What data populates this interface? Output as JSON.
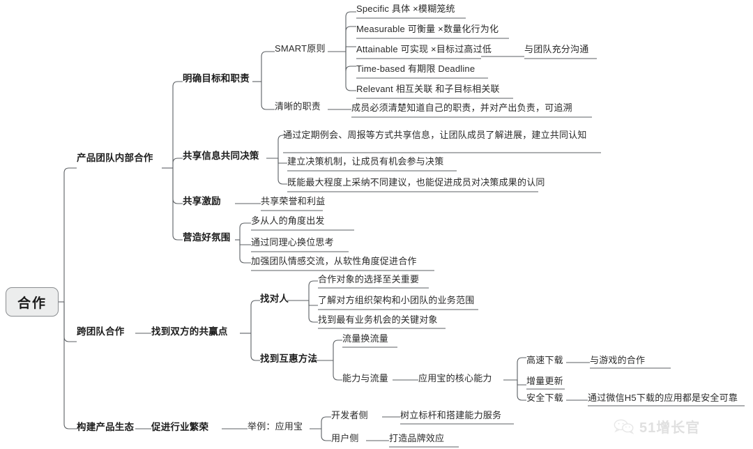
{
  "diagram": {
    "type": "mindmap",
    "title": "合作",
    "root": {
      "label": "合作"
    },
    "watermark": {
      "text": "51增长官",
      "icon": "wechat-icon"
    },
    "branches": [
      {
        "label": "产品团队内部合作",
        "children": [
          {
            "label": "明确目标和职责",
            "children": [
              {
                "label": "SMART原则",
                "children": [
                  {
                    "label": "Specific 具体 ×模糊笼统"
                  },
                  {
                    "label": "Measurable 可衡量 ×数量化行为化"
                  },
                  {
                    "label": "Attainable 可实现 ×目标过高过低",
                    "children": [
                      {
                        "label": "与团队充分沟通"
                      }
                    ]
                  },
                  {
                    "label": "Time-based 有期限 Deadline"
                  },
                  {
                    "label": "Relevant 相互关联 和子目标相关联"
                  }
                ]
              },
              {
                "label": "清晰的职责",
                "children": [
                  {
                    "label": "成员必须清楚知道自己的职责，并对产出负责，可追溯"
                  }
                ]
              }
            ]
          },
          {
            "label": "共享信息共同决策",
            "children": [
              {
                "label": "通过定期例会、周报等方式共享信息，让团队成员了解进展，建立共同认知"
              },
              {
                "label": "建立决策机制，让成员有机会参与决策"
              },
              {
                "label": "既能最大程度上采纳不同建议，也能促进成员对决策成果的认同"
              }
            ]
          },
          {
            "label": "共享激励",
            "children": [
              {
                "label": "共享荣誉和利益"
              }
            ]
          },
          {
            "label": "营造好氛围",
            "children": [
              {
                "label": "多从人的角度出发"
              },
              {
                "label": "通过同理心换位思考"
              },
              {
                "label": "加强团队情感交流，从软性角度促进合作"
              }
            ]
          }
        ]
      },
      {
        "label": "跨团队合作",
        "children": [
          {
            "label": "找到双方的共赢点",
            "children": [
              {
                "label": "找对人",
                "children": [
                  {
                    "label": "合作对象的选择至关重要"
                  },
                  {
                    "label": "了解对方组织架构和小团队的业务范围"
                  },
                  {
                    "label": "找到最有业务机会的关键对象"
                  }
                ]
              },
              {
                "label": "找到互惠方法",
                "children": [
                  {
                    "label": "流量换流量"
                  },
                  {
                    "label": "能力与流量",
                    "children": [
                      {
                        "label": "应用宝的核心能力",
                        "children": [
                          {
                            "label": "高速下载",
                            "children": [
                              {
                                "label": "与游戏的合作"
                              }
                            ]
                          },
                          {
                            "label": "增量更新"
                          },
                          {
                            "label": "安全下载",
                            "children": [
                              {
                                "label": "通过微信H5下载的应用都是安全可靠"
                              }
                            ]
                          }
                        ]
                      }
                    ]
                  }
                ]
              }
            ]
          }
        ]
      },
      {
        "label": "构建产品生态",
        "children": [
          {
            "label": "促进行业繁荣",
            "children": [
              {
                "label": "举例：应用宝",
                "children": [
                  {
                    "label": "开发者侧",
                    "children": [
                      {
                        "label": "树立标杆和搭建能力服务"
                      }
                    ]
                  },
                  {
                    "label": "用户侧",
                    "children": [
                      {
                        "label": "打造品牌效应"
                      }
                    ]
                  }
                ]
              }
            ]
          }
        ]
      }
    ]
  },
  "nodes": {
    "root": "合作",
    "b1": "产品团队内部合作",
    "b2": "跨团队合作",
    "b3": "构建产品生态",
    "n_mubiao": "明确目标和职责",
    "n_smart": "SMART原则",
    "n_s": "Specific 具体 ×模糊笼统",
    "n_m": "Measurable 可衡量 ×数量化行为化",
    "n_a": "Attainable 可实现 ×目标过高过低",
    "n_a_sub": "与团队充分沟通",
    "n_t": "Time-based 有期限 Deadline",
    "n_r": "Relevant 相互关联 和子目标相关联",
    "n_zhize": "清晰的职责",
    "n_zhize_sub": "成员必须清楚知道自己的职责，并对产出负责，可追溯",
    "n_gongxiang": "共享信息共同决策",
    "n_gx1": "通过定期例会、周报等方式共享信息，让团队成员了解进展，建立共同认知",
    "n_gx2": "建立决策机制，让成员有机会参与决策",
    "n_gx3": "既能最大程度上采纳不同建议，也能促进成员对决策成果的认同",
    "n_jili": "共享激励",
    "n_jili_sub": "共享荣誉和利益",
    "n_fenwei": "营造好氛围",
    "n_fw1": "多从人的角度出发",
    "n_fw2": "通过同理心换位思考",
    "n_fw3": "加强团队情感交流，从软性角度促进合作",
    "n_gongying": "找到双方的共赢点",
    "n_duiren": "找对人",
    "n_dr1": "合作对象的选择至关重要",
    "n_dr2": "了解对方组织架构和小团队的业务范围",
    "n_dr3": "找到最有业务机会的关键对象",
    "n_huhui": "找到互惠方法",
    "n_hh1": "流量换流量",
    "n_hh2": "能力与流量",
    "n_hexin": "应用宝的核心能力",
    "n_gaosu": "高速下载",
    "n_gaosu_sub": "与游戏的合作",
    "n_zengliang": "增量更新",
    "n_anquan": "安全下载",
    "n_anquan_sub": "通过微信H5下载的应用都是安全可靠",
    "n_fanrong": "促进行业繁荣",
    "n_juli": "举例：应用宝",
    "n_kaifa": "开发者侧",
    "n_kaifa_sub": "树立标杆和搭建能力服务",
    "n_yonghu": "用户侧",
    "n_yonghu_sub": "打造品牌效应"
  },
  "watermark": {
    "text": "51增长官"
  }
}
